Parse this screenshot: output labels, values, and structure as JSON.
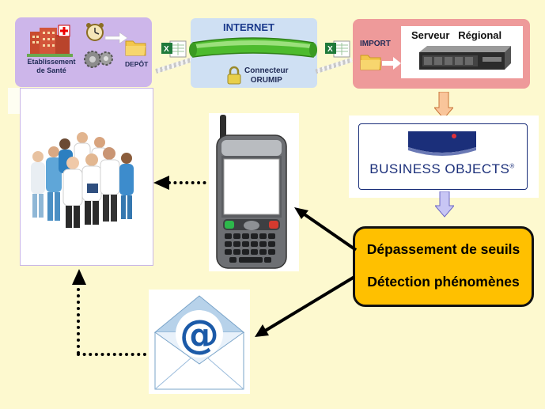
{
  "health": {
    "establishment_line1": "Etablissement",
    "establishment_line2": "de Santé",
    "depot": "DEPÔT"
  },
  "internet": {
    "title": "INTERNET",
    "connector_line1": "Connecteur",
    "connector_line2": "ORUMIP"
  },
  "server": {
    "import": "IMPORT",
    "title": "Serveur   Régional"
  },
  "business_objects": {
    "logo_text": "BUSINESS OBJECTS",
    "mark": "®"
  },
  "alerts": {
    "line1": "Dépassement de seuils",
    "line2": "Détection phénomènes"
  },
  "icons": [
    "hospital-icon",
    "alarm-clock-icon",
    "gears-icon",
    "folder-icon",
    "excel-file-icon",
    "green-pipe-icon",
    "padlock-icon",
    "server-rack-icon",
    "arrow-icon",
    "smartphone-icon",
    "email-envelope-icon",
    "medical-staff-image"
  ],
  "colors": {
    "background": "#fdf9cf",
    "lilac": "#cdb6ea",
    "pink": "#ee9a9a",
    "internet_blue": "#cfe0f3",
    "alert_yellow": "#ffc000",
    "bo_navy": "#1b2f7a"
  }
}
